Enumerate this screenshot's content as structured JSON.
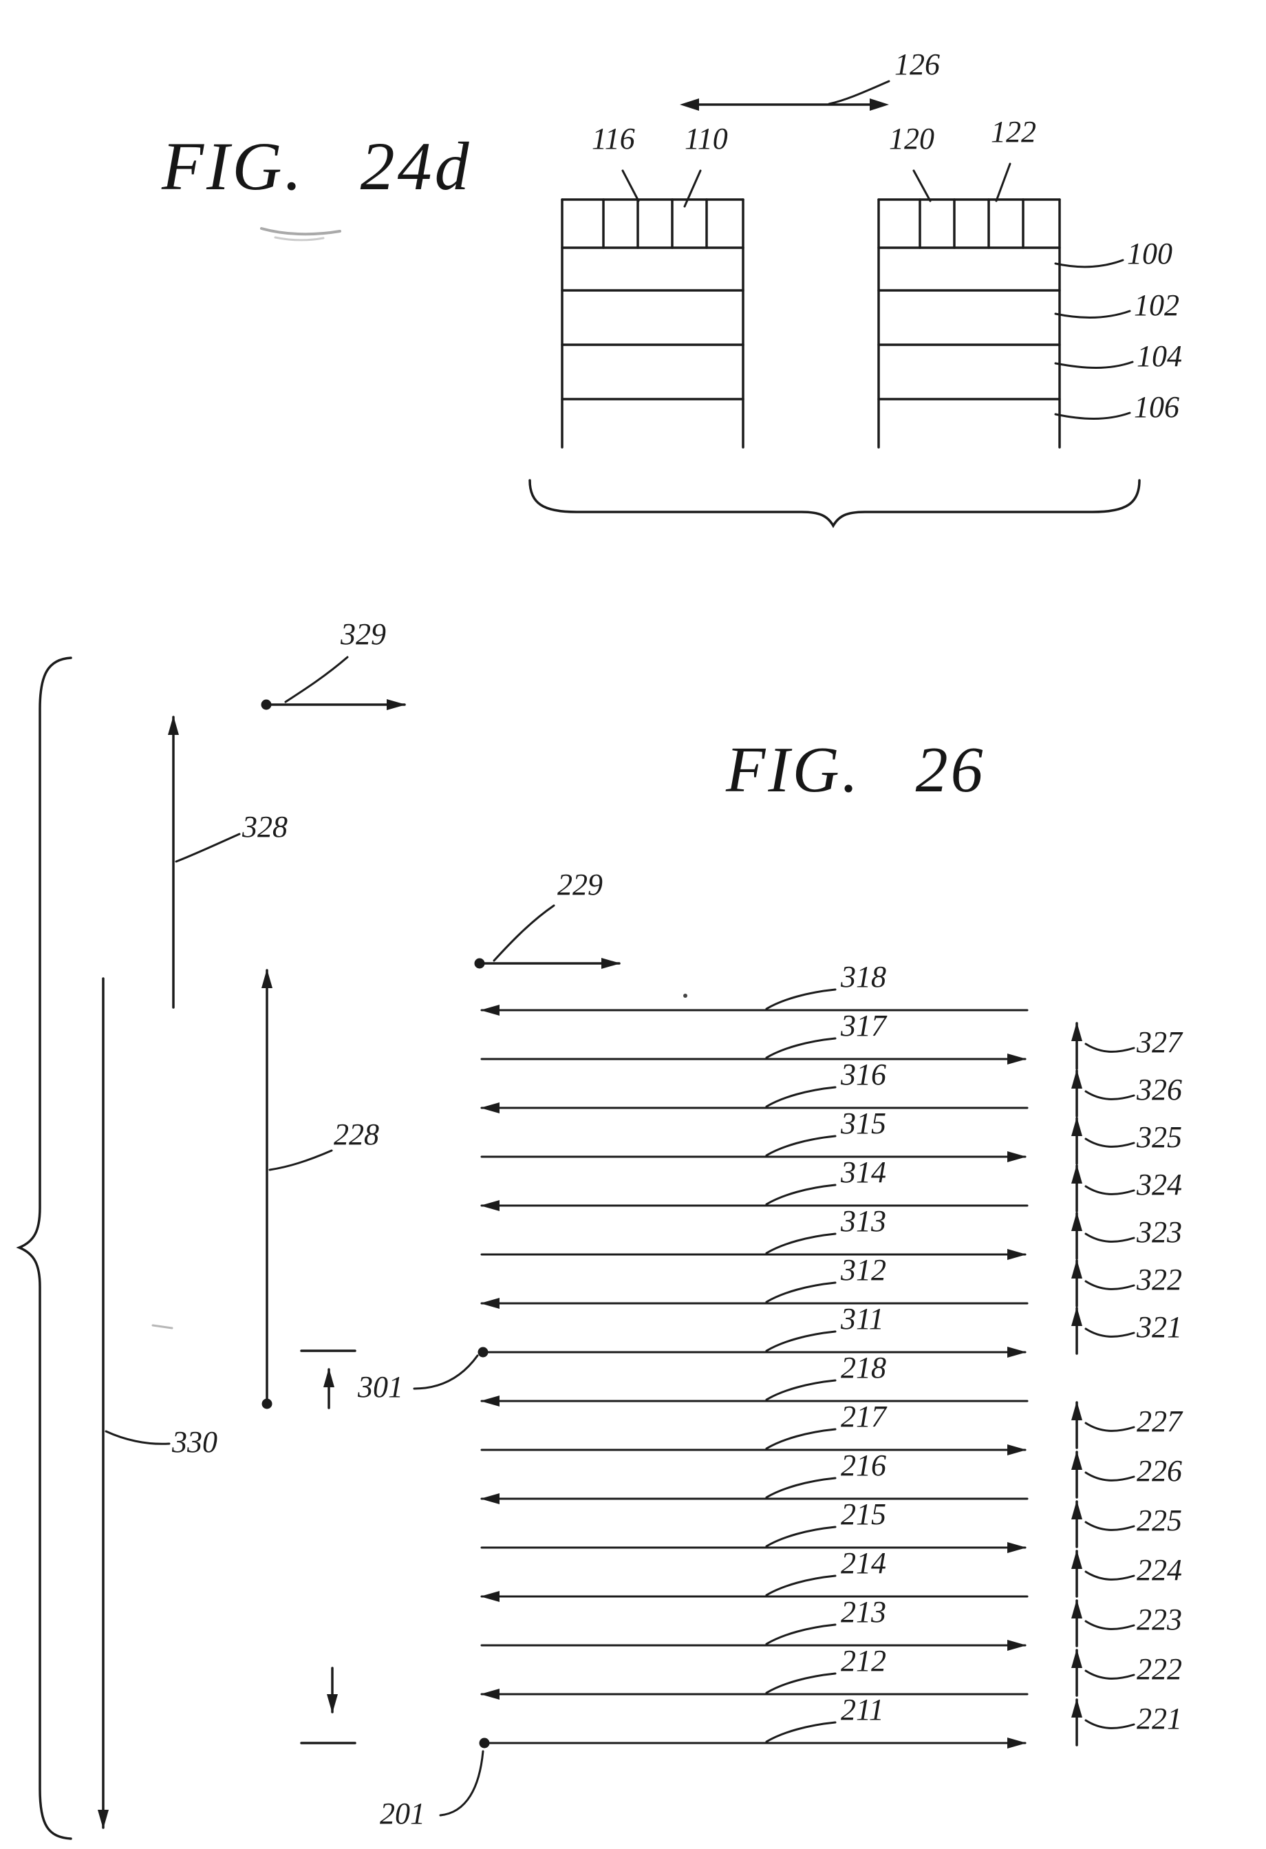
{
  "page": {
    "background": "#ffffff",
    "ink": "#1b1b1b"
  },
  "fig24d": {
    "title": "FIG. 24d",
    "arrow_label": "126",
    "stack_labels": {
      "l116": "116",
      "l110": "110",
      "l120": "120",
      "l122": "122"
    },
    "layer_labels": {
      "l100": "100",
      "l102": "102",
      "l104": "104",
      "l106": "106"
    }
  },
  "fig26": {
    "title": "FIG. 26",
    "annotations": {
      "l329": "329",
      "l328": "328",
      "l229": "229",
      "l228": "228",
      "l330": "330",
      "l301": "301",
      "l201": "201"
    },
    "scan_lines": [
      {
        "label": "318",
        "direction": "left"
      },
      {
        "label": "317",
        "direction": "right"
      },
      {
        "label": "316",
        "direction": "left"
      },
      {
        "label": "315",
        "direction": "right"
      },
      {
        "label": "314",
        "direction": "left"
      },
      {
        "label": "313",
        "direction": "right"
      },
      {
        "label": "312",
        "direction": "left"
      },
      {
        "label": "311",
        "direction": "right"
      },
      {
        "label": "218",
        "direction": "left"
      },
      {
        "label": "217",
        "direction": "right"
      },
      {
        "label": "216",
        "direction": "left"
      },
      {
        "label": "215",
        "direction": "right"
      },
      {
        "label": "214",
        "direction": "left"
      },
      {
        "label": "213",
        "direction": "right"
      },
      {
        "label": "212",
        "direction": "left"
      },
      {
        "label": "211",
        "direction": "right"
      }
    ],
    "right_labels_top": [
      "327",
      "326",
      "325",
      "324",
      "323",
      "322",
      "321"
    ],
    "right_labels_bottom": [
      "227",
      "226",
      "225",
      "224",
      "223",
      "222",
      "221"
    ]
  }
}
